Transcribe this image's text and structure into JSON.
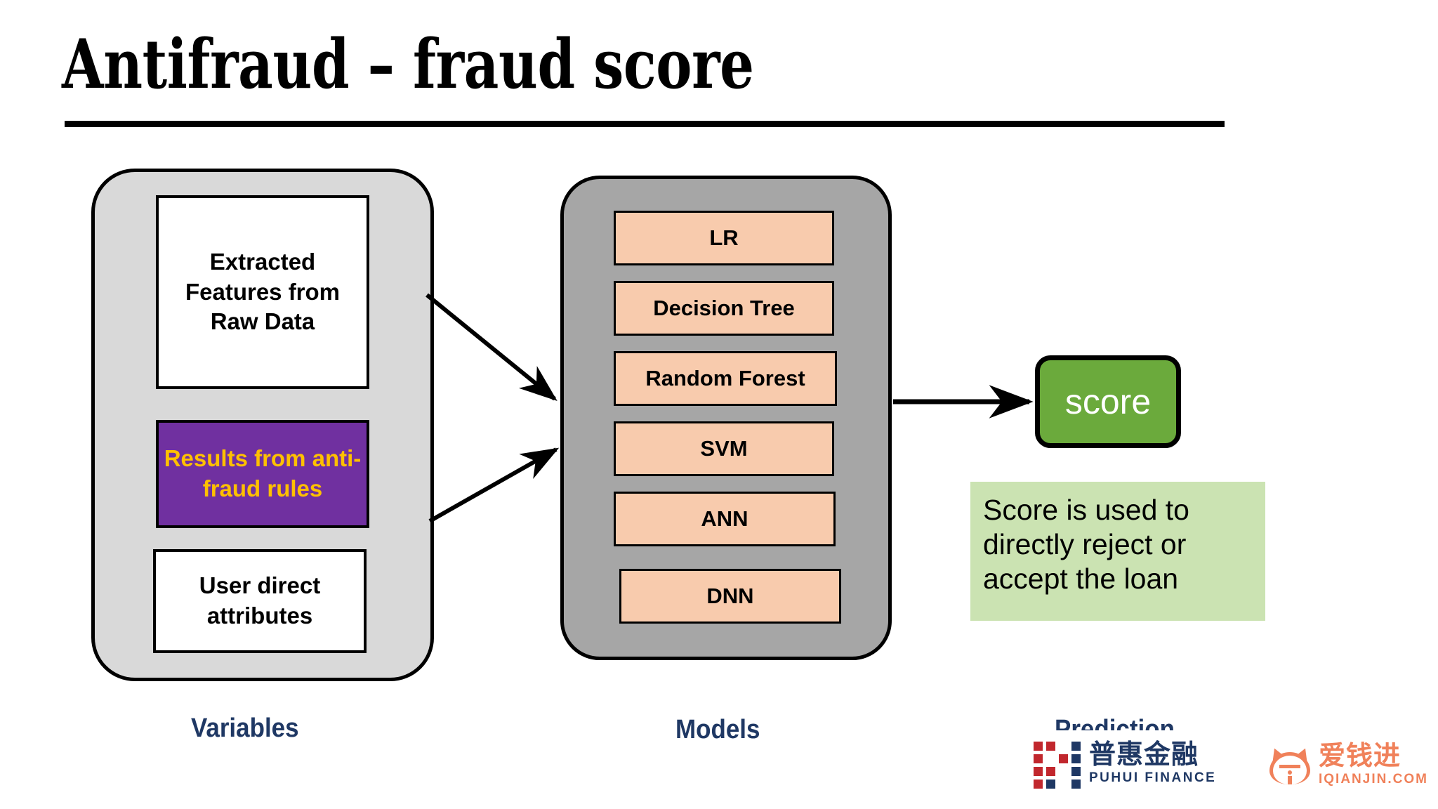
{
  "slide": {
    "title": "Antifraud – fraud score"
  },
  "variables_panel": {
    "label": "Variables",
    "boxes": [
      {
        "name": "extracted-features",
        "text": "Extracted Features from Raw Data"
      },
      {
        "name": "antifraud-rules",
        "text": "Results from anti-fraud rules"
      },
      {
        "name": "user-attributes",
        "text": "User direct attributes"
      }
    ]
  },
  "models_panel": {
    "label": "Models",
    "boxes": [
      {
        "name": "lr",
        "text": "LR"
      },
      {
        "name": "decision-tree",
        "text": "Decision Tree"
      },
      {
        "name": "random-forest",
        "text": "Random Forest"
      },
      {
        "name": "svm",
        "text": "SVM"
      },
      {
        "name": "ann",
        "text": "ANN"
      },
      {
        "name": "dnn",
        "text": "DNN"
      }
    ]
  },
  "prediction_panel": {
    "label": "Prediction",
    "score_box": "score",
    "note": "Score is used to directly reject or accept the loan"
  },
  "logos": {
    "puhui": {
      "cn": "普惠金融",
      "en": "PUHUI FINANCE"
    },
    "iqianjin": {
      "cn": "爱钱进",
      "en": "IQIANJIN.COM"
    }
  },
  "colors": {
    "variables_panel": "#D9D9D9",
    "models_panel": "#A6A6A6",
    "model_box": "#F8CBAD",
    "rules_box": "#7030A0",
    "rules_text": "#FFC000",
    "score_box": "#6BAA3C",
    "note_box": "#CBE3B2",
    "section_label": "#1F3864"
  }
}
